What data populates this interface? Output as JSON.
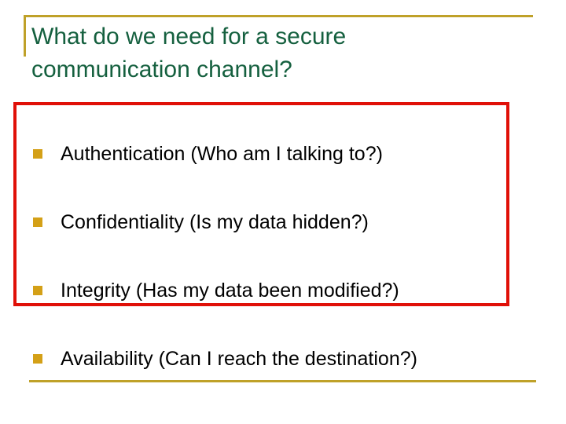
{
  "slide": {
    "title": "What do we need for a secure\ncommunication channel?",
    "title_line1": "What do we need for a secure",
    "title_line2": "communication channel?",
    "bullets": [
      {
        "text": "Authentication (Who am I talking to?)",
        "marker": "square-bullet",
        "highlighted": true
      },
      {
        "text": "Confidentiality (Is my data hidden?)",
        "marker": "square-bullet",
        "highlighted": true
      },
      {
        "text": "Integrity (Has my data been modified?)",
        "marker": "square-bullet",
        "highlighted": true
      },
      {
        "text": "Availability (Can I reach the destination?)",
        "marker": "square-bullet",
        "highlighted": false
      }
    ],
    "colors": {
      "title_text": "#15603f",
      "body_text": "#000000",
      "bullet_marker": "#d4a017",
      "gold_rule": "#bfa129",
      "highlight_box": "#e01008",
      "background": "#ffffff"
    }
  }
}
